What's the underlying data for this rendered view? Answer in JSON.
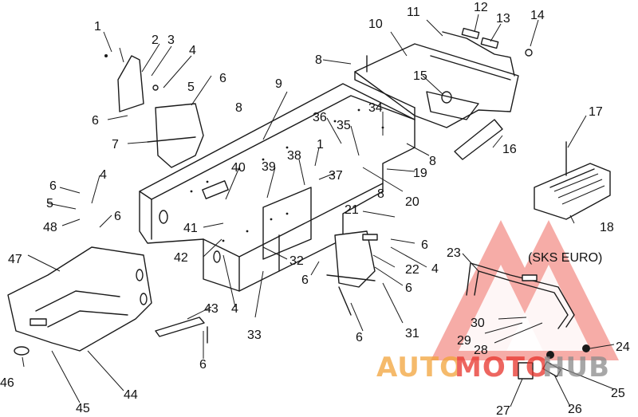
{
  "diagram": {
    "note_text": "(SKS EURO)",
    "part_labels": {
      "p1a": "1",
      "p2": "2",
      "p3": "3",
      "p4a": "4",
      "p5a": "5",
      "p6a": "6",
      "p6b": "6",
      "p7": "7",
      "p8a": "8",
      "p8b": "8",
      "p9": "9",
      "p10": "10",
      "p11": "11",
      "p12": "12",
      "p13": "13",
      "p14": "14",
      "p15": "15",
      "p16": "16",
      "p8c": "8",
      "p17": "17",
      "p18": "18",
      "p34": "34",
      "p36": "36",
      "p35": "35",
      "p1b": "1",
      "p38": "38",
      "p19": "19",
      "p8d": "8",
      "p20": "20",
      "p39": "39",
      "p40": "40",
      "p37": "37",
      "p6c": "6",
      "p4b": "4",
      "p5b": "5",
      "p6d": "6",
      "p48": "48",
      "p41": "41",
      "p21": "21",
      "p6e": "6",
      "p42": "42",
      "p32": "32",
      "p22": "22",
      "p4c": "4",
      "p6f": "6",
      "p6g": "6",
      "p47": "47",
      "p23": "23",
      "p4d": "4",
      "p43": "43",
      "p30": "30",
      "p29": "29",
      "p28": "28",
      "p33": "33",
      "p6h": "6",
      "p31": "31",
      "p24": "24",
      "p6i": "6",
      "p46": "46",
      "p44": "44",
      "p25": "25",
      "p45": "45",
      "p27": "27",
      "p26": "26"
    }
  },
  "watermark": {
    "text_a": "AUTO",
    "text_b": "MOTO",
    "text_c": "HUB",
    "color_red": "#e8332b",
    "color_orange": "#f2a33a",
    "color_gray": "#8a8a8a"
  }
}
